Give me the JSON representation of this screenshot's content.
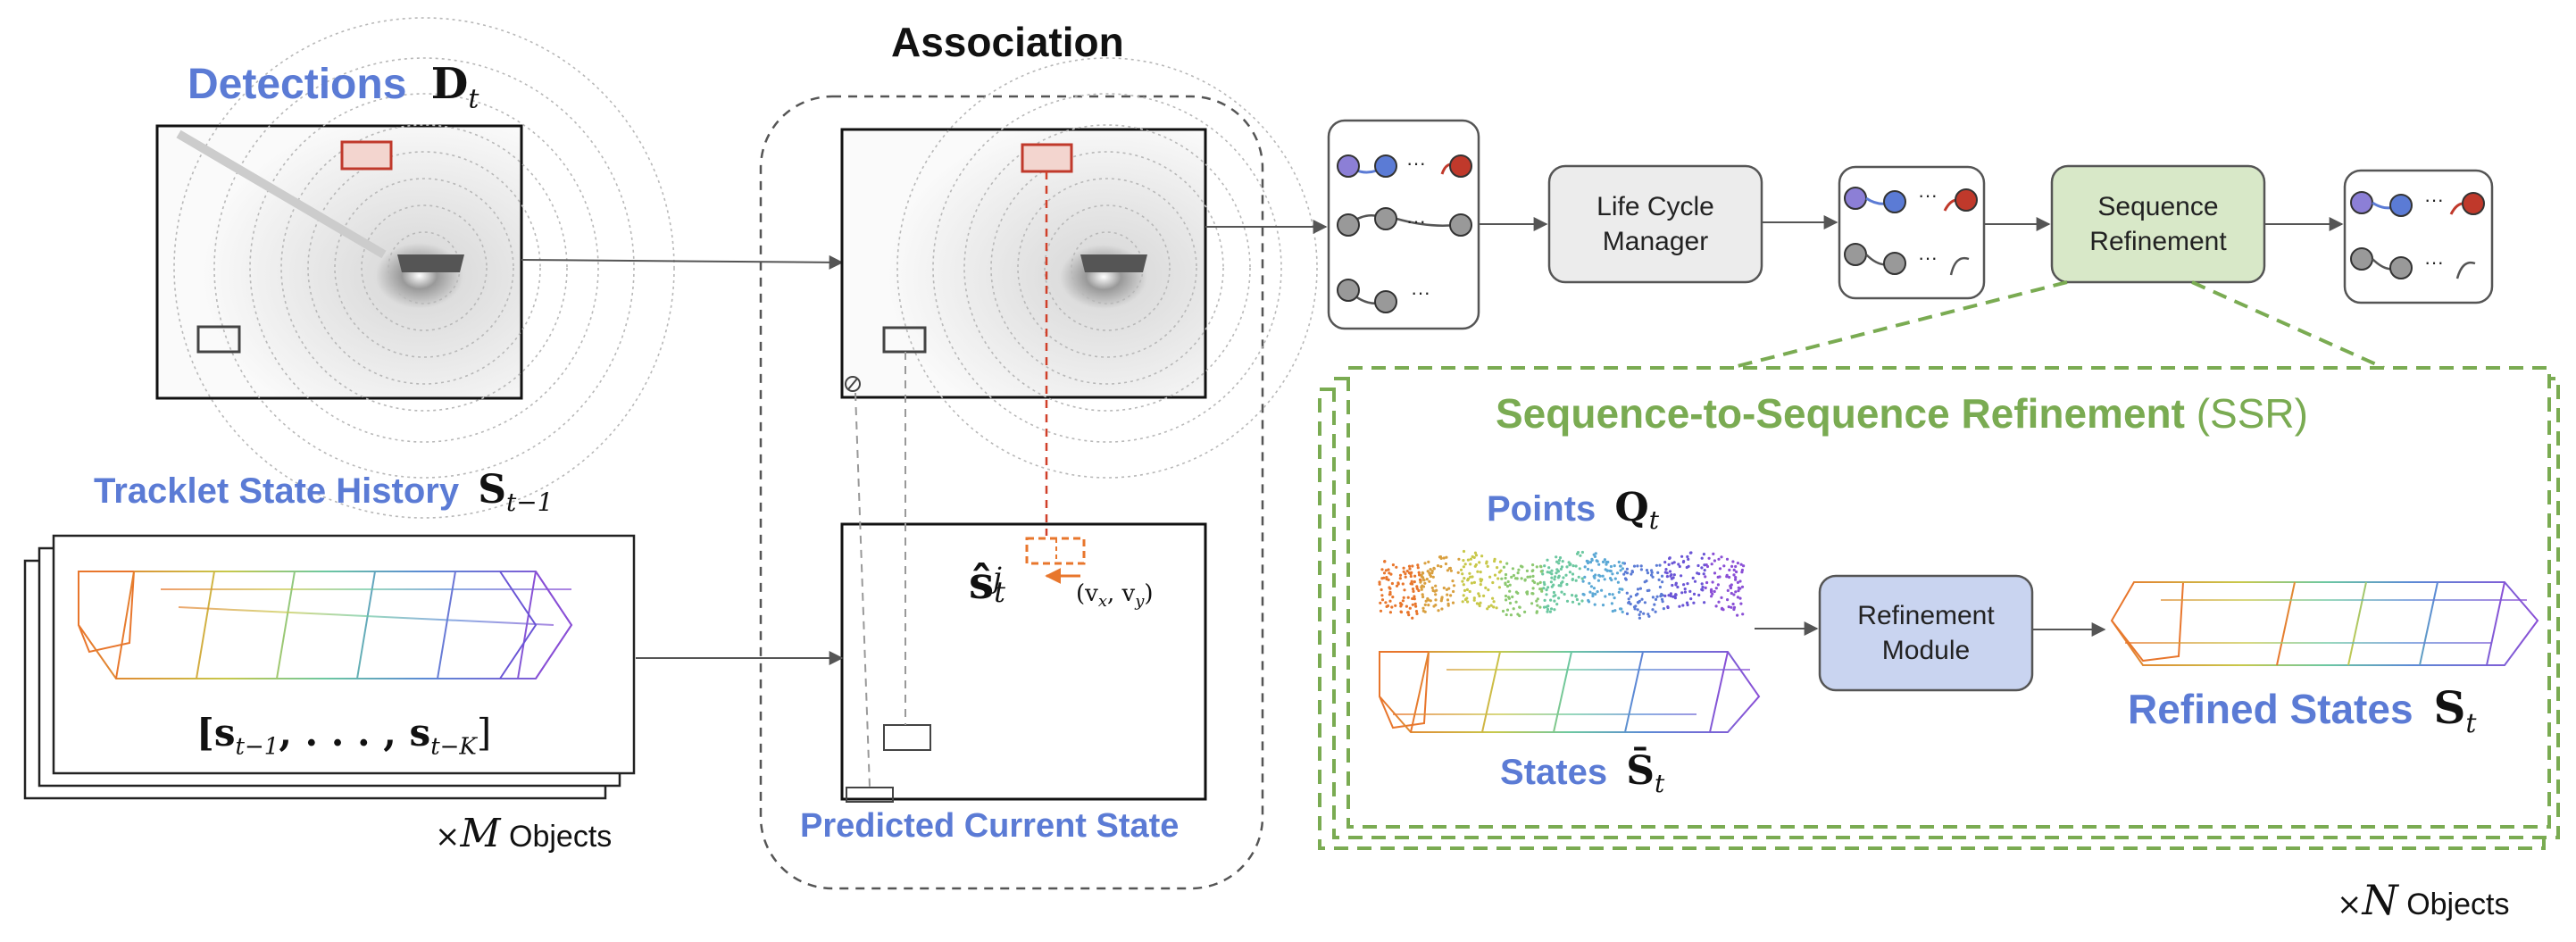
{
  "association": {
    "title": "Association",
    "predicted_label": "Predicted Current State"
  },
  "detections": {
    "label": "Detections",
    "symbol": "D",
    "subscript": "t"
  },
  "history": {
    "label": "Tracklet State History",
    "symbol": "S",
    "subscript": "t−1",
    "seq_text": "[s",
    "seq_sub1": "t−1",
    "seq_mid": ", . . . , s",
    "seq_sub2": "t−K",
    "seq_end": "]"
  },
  "m_objects": {
    "times": "×",
    "symbol": "M",
    "text": "Objects"
  },
  "n_objects": {
    "times": "×",
    "symbol": "N",
    "text": "Objects"
  },
  "pred_state": {
    "symbol": "ŝ",
    "subscript": "t",
    "superscript": "j",
    "velocity": "(v",
    "v_x": "x",
    "v_mid": ", v",
    "v_y": "y",
    "v_end": ")"
  },
  "pipeline": {
    "life_cycle": "Life Cycle\nManager",
    "seq_refine": "Sequence\nRefinement",
    "refine_module": "Refinement\nModule"
  },
  "ssr": {
    "title": "Sequence-to-Sequence Refinement",
    "abbr": "(SSR)"
  },
  "points": {
    "label": "Points",
    "symbol": "Q",
    "subscript": "t"
  },
  "states": {
    "label": "States",
    "symbol": "S̄",
    "subscript": "t"
  },
  "refined": {
    "label": "Refined States",
    "symbol": "S",
    "subscript": "t"
  },
  "colors": {
    "blue": "#5b7bd5",
    "green": "#7aab52",
    "red": "#d0402a",
    "orange": "#e8762c",
    "gray": "#888888",
    "node_purple": "#8c7fd6",
    "node_blue": "#5b7bd5",
    "node_gray": "#8a8a8a",
    "box_gray": "#ececec",
    "box_green": "#d8e8c8",
    "box_blue": "#c9d4f0"
  },
  "icons": [
    "lidar-scan-image",
    "tracklet-node-icon",
    "prohibited-icon",
    "bounding-box-3d-icon"
  ]
}
